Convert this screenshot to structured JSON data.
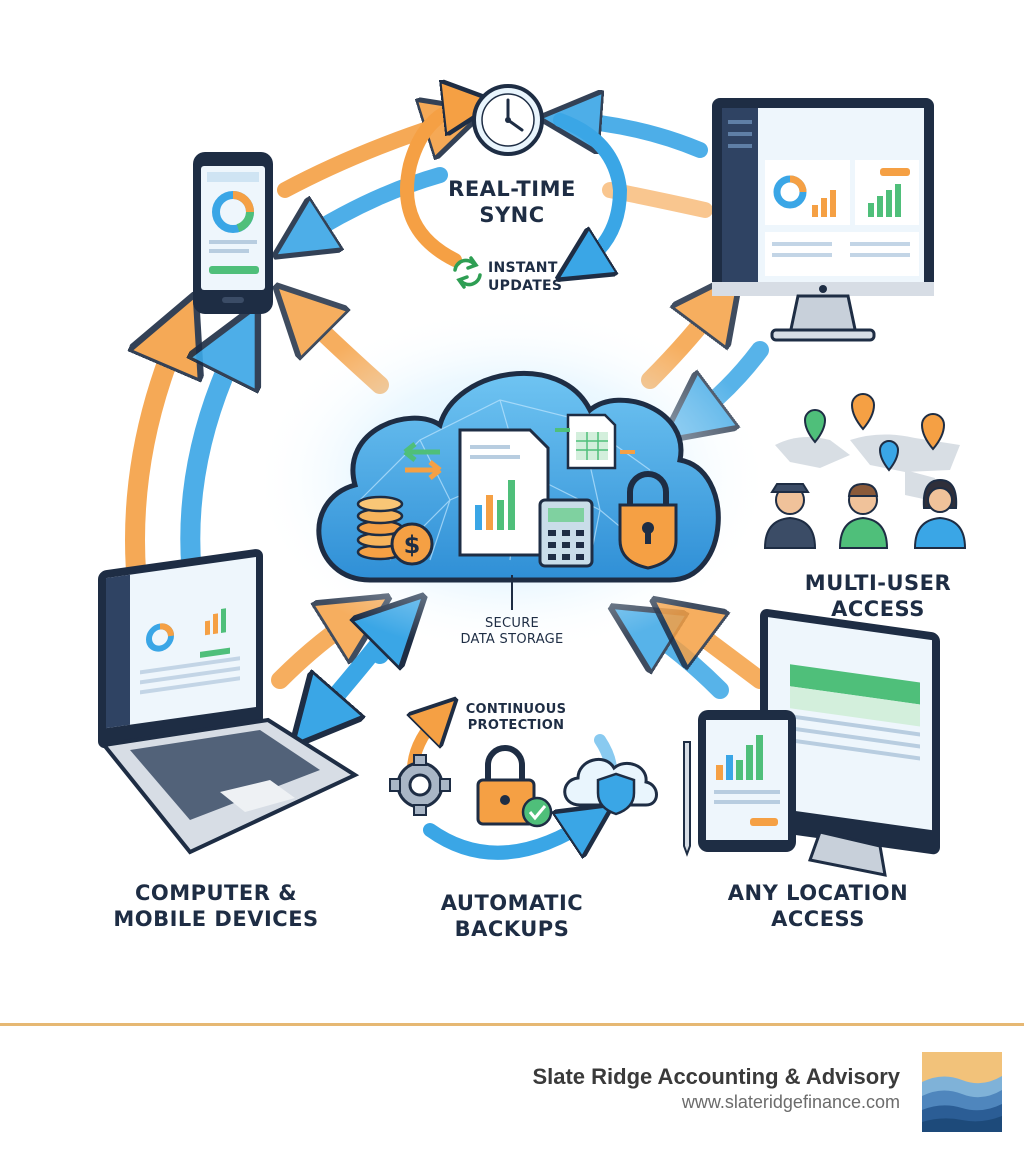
{
  "hub": {
    "label_lines": [
      "SECURE",
      "DATA STORAGE"
    ],
    "icons": [
      "arrows-exchange-icon",
      "coins-icon",
      "dollar-icon",
      "document-chart-icon",
      "spreadsheet-icon",
      "calculator-icon",
      "padlock-icon"
    ]
  },
  "sync": {
    "title_lines": [
      "REAL-TIME",
      "SYNC"
    ],
    "sub_lines": [
      "INSTANT",
      "UPDATES"
    ]
  },
  "multi_user": {
    "label_lines": [
      "MULTI-USER",
      "ACCESS"
    ]
  },
  "devices": {
    "label_lines": [
      "COMPUTER &",
      "MOBILE DEVICES"
    ]
  },
  "backups": {
    "title_lines": [
      "AUTOMATIC",
      "BACKUPS"
    ],
    "sub_lines": [
      "CONTINUOUS",
      "PROTECTION"
    ]
  },
  "location": {
    "label_lines": [
      "ANY LOCATION",
      "ACCESS"
    ]
  },
  "screens": {
    "desktop_title": "Accounting",
    "laptop_title": "Dashboard",
    "monitor_title": "Accounting"
  },
  "footer": {
    "company": "Slate Ridge Accounting & Advisory",
    "url": "www.slateridgefinance.com"
  },
  "colors": {
    "orange": "#f5a044",
    "blue": "#3aa6e6",
    "navy": "#1e2d44",
    "accent_rule": "#e6b873"
  }
}
